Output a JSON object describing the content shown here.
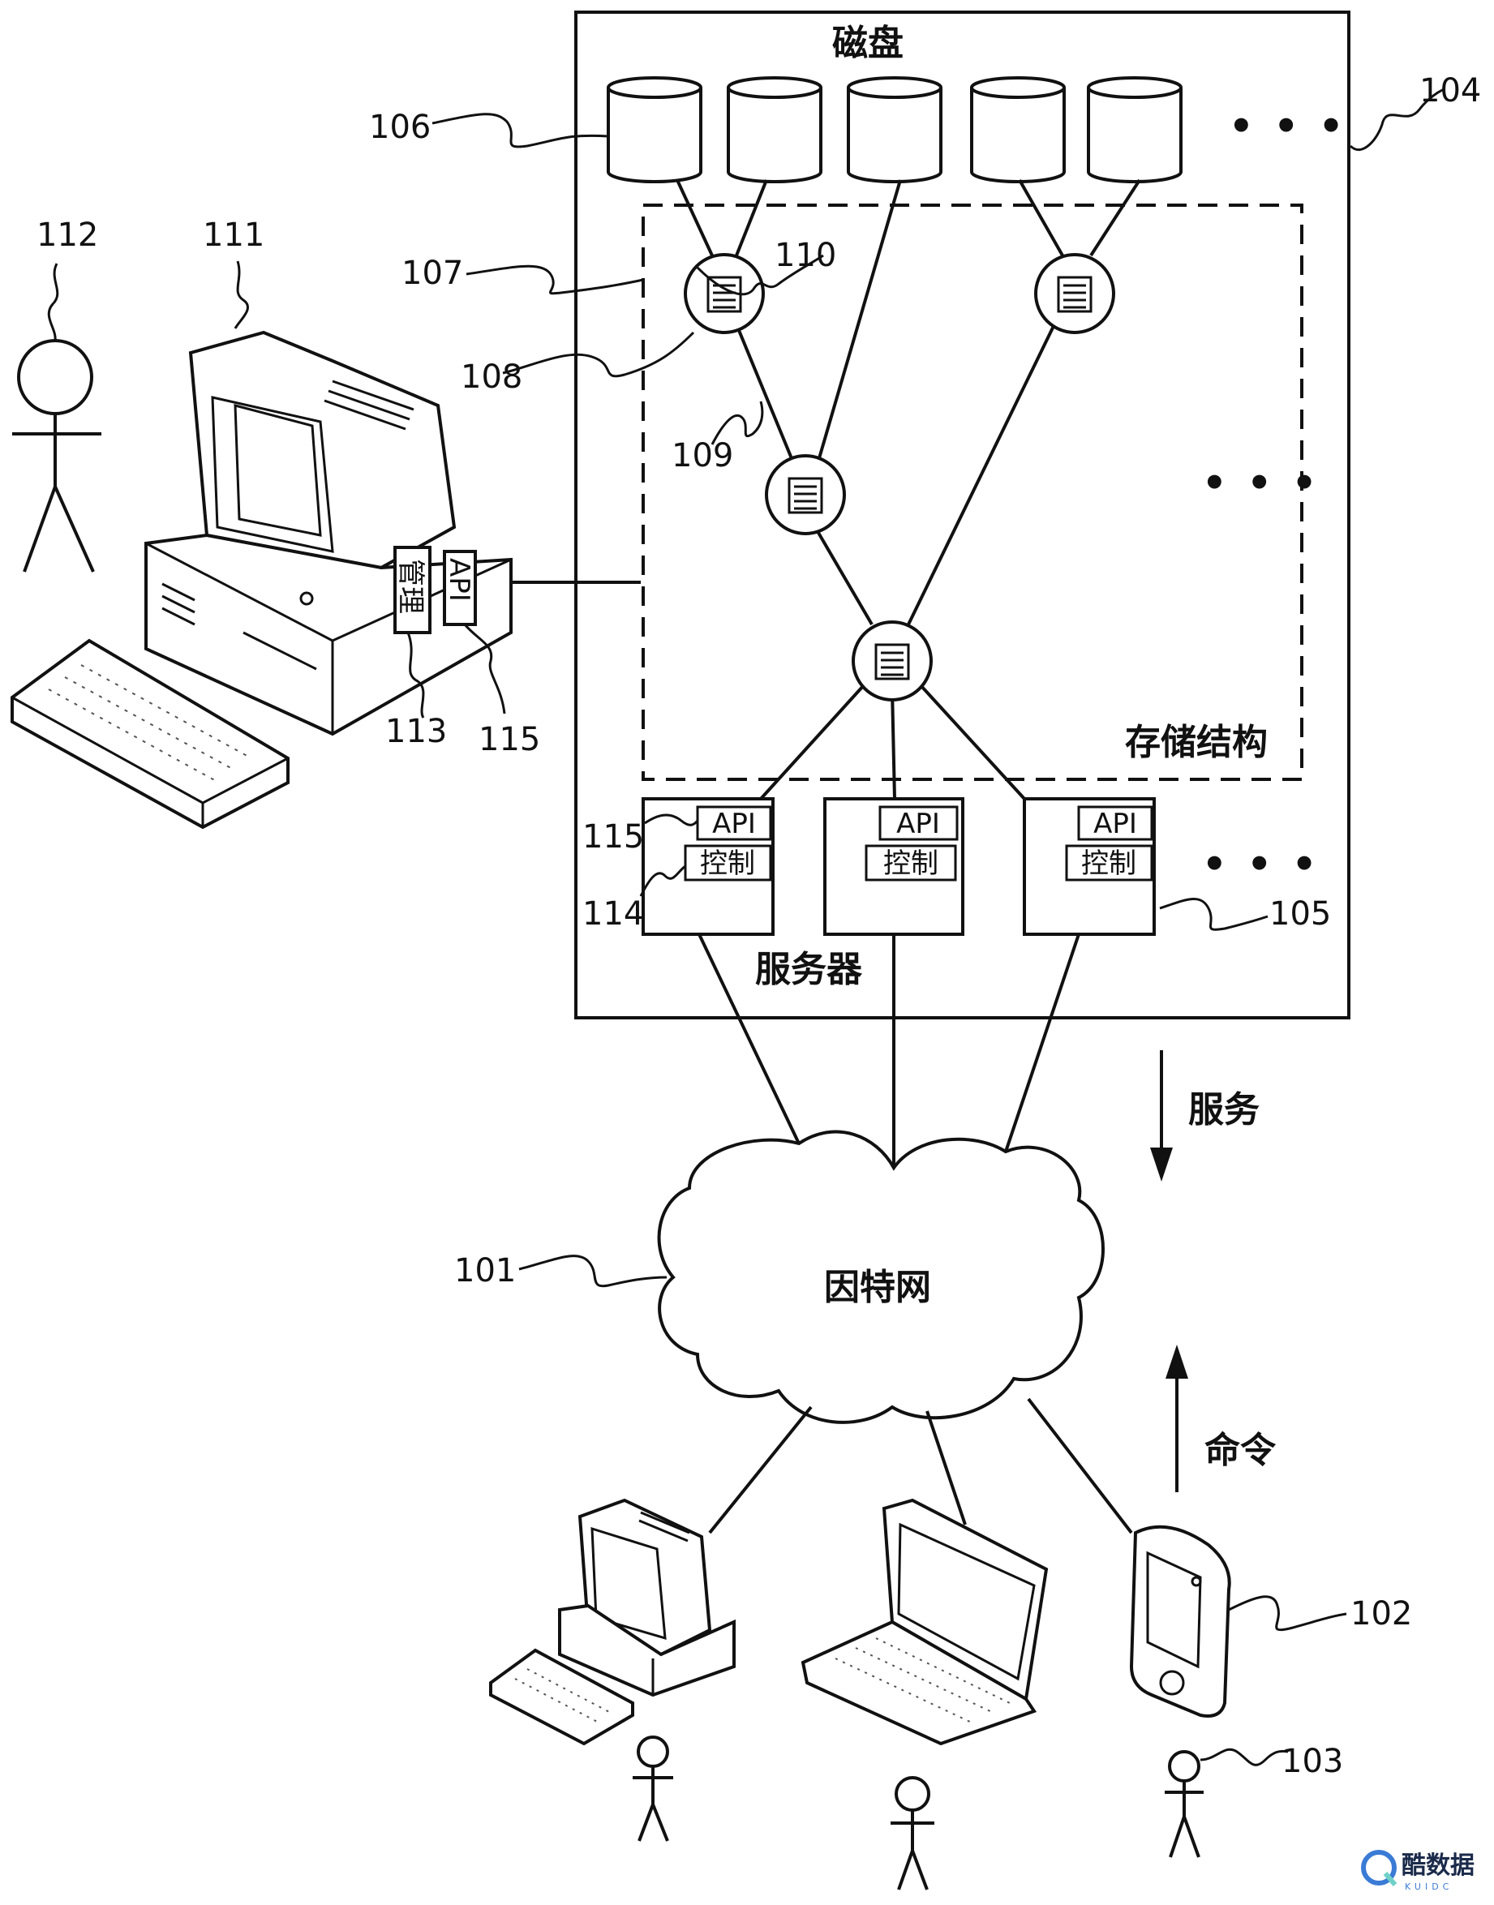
{
  "labels": {
    "disk": "磁盘",
    "storage_fabric": "存储结构",
    "servers": "服务器",
    "internet": "因特网",
    "service": "服务",
    "command": "命令",
    "api": "API",
    "control": "控制",
    "manage": "管理"
  },
  "refs": {
    "r101": "101",
    "r102": "102",
    "r103": "103",
    "r104": "104",
    "r105": "105",
    "r106": "106",
    "r107": "107",
    "r108": "108",
    "r109": "109",
    "r110": "110",
    "r111": "111",
    "r112": "112",
    "r113": "113",
    "r114": "114",
    "r115a": "115",
    "r115b": "115"
  },
  "ellipsis": "• • •",
  "watermark": {
    "text": "酷数据",
    "sub": "KUIDC"
  }
}
